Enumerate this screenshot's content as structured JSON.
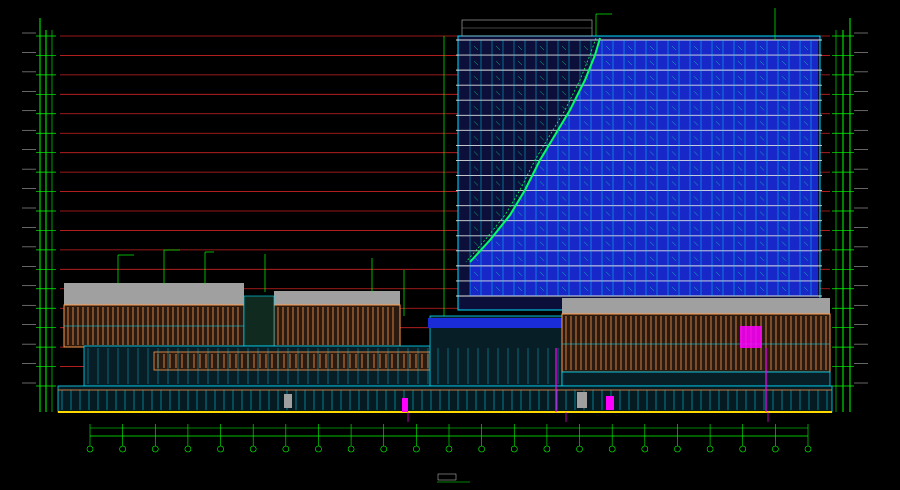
{
  "drawing": {
    "type": "CAD building elevation drawing",
    "background_color": "#000000",
    "floor_line_color": "#cc2222",
    "curtain_wall_color": "#1a2bd8",
    "structure_color": "#00e0ff",
    "dimension_color": "#00ff00",
    "podium_roof_color": "#a0a0a0",
    "podium_facade_color": "#ff9a4a",
    "accent_color": "#ff00ff",
    "ground_line_color": "#ffd800",
    "grid_axis_count": 23,
    "tower_floor_count": 17,
    "left_level_marks": 19,
    "right_level_marks": 19
  }
}
